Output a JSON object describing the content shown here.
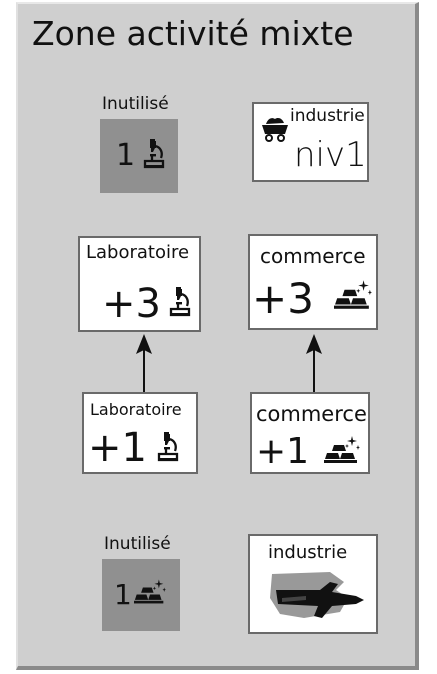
{
  "title": "Zone activité mixte",
  "top": {
    "unused_label": "Inutilisé",
    "unused_value": "1",
    "unused_icon": "microscope-icon",
    "industry_label": "industrie",
    "industry_level": "niv1",
    "industry_icon": "mine-cart-icon"
  },
  "row2": {
    "lab_label": "Laboratoire",
    "lab_value": "+3",
    "lab_icon": "microscope-icon",
    "commerce_label": "commerce",
    "commerce_value": "+3",
    "commerce_icon": "gold-bars-icon"
  },
  "row3": {
    "lab_label": "Laboratoire",
    "lab_value": "+1",
    "lab_icon": "microscope-icon",
    "commerce_label": "commerce",
    "commerce_value": "+1",
    "commerce_icon": "gold-bars-icon"
  },
  "bottom": {
    "unused_label": "Inutilisé",
    "unused_value": "1",
    "unused_icon": "gold-bars-icon",
    "industry_label": "industrie",
    "industry_icon": "spaceship-icon"
  },
  "colors": {
    "panel": "#cfcfcf",
    "unused_box": "#909090",
    "tile_border": "#6a6a6a"
  }
}
